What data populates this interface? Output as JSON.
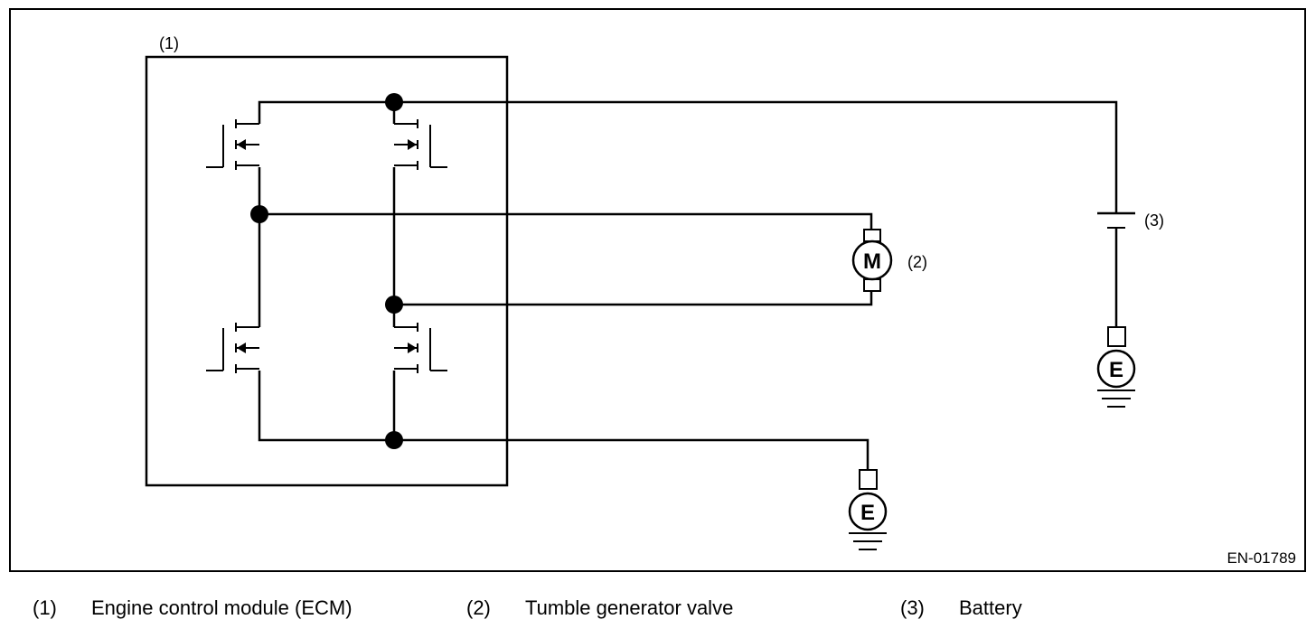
{
  "callouts": {
    "ecm": "(1)",
    "valve": "(2)",
    "battery": "(3)"
  },
  "symbols": {
    "motor": "M",
    "ground_1": "E",
    "ground_2": "E"
  },
  "figure_code": "EN-01789",
  "legend": [
    {
      "number": "(1)",
      "label": "Engine control module (ECM)"
    },
    {
      "number": "(2)",
      "label": "Tumble generator valve"
    },
    {
      "number": "(3)",
      "label": "Battery"
    }
  ]
}
